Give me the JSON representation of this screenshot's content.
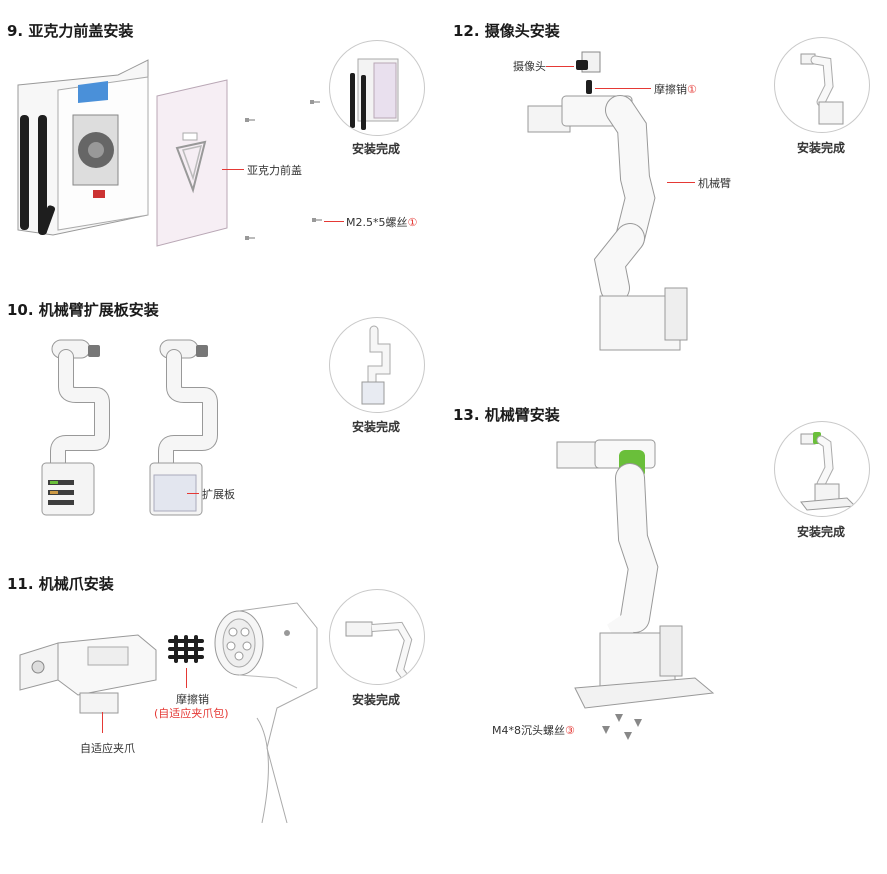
{
  "steps": {
    "s9": {
      "title": "9. 亚克力前盖安装",
      "part_label": "亚克力前盖",
      "screw_label": "M2.5*5螺丝",
      "screw_count": "①",
      "done": "安装完成"
    },
    "s10": {
      "title": "10. 机械臂扩展板安装",
      "part_label": "扩展板",
      "done": "安装完成"
    },
    "s11": {
      "title": "11. 机械爪安装",
      "pin_label": "摩擦销",
      "pin_note": "(自适应夹爪包)",
      "gripper_label": "自适应夹爪",
      "done": "安装完成"
    },
    "s12": {
      "title": "12. 摄像头安装",
      "camera_label": "摄像头",
      "pin_label": "摩擦销",
      "pin_count": "①",
      "arm_label": "机械臂",
      "done": "安装完成"
    },
    "s13": {
      "title": "13. 机械臂安装",
      "screw_label": "M4*8沉头螺丝",
      "screw_count": "③",
      "done": "安装完成"
    }
  },
  "colors": {
    "accent": "#e53935",
    "green": "#6abf3a",
    "outline": "#9a9a9a"
  }
}
